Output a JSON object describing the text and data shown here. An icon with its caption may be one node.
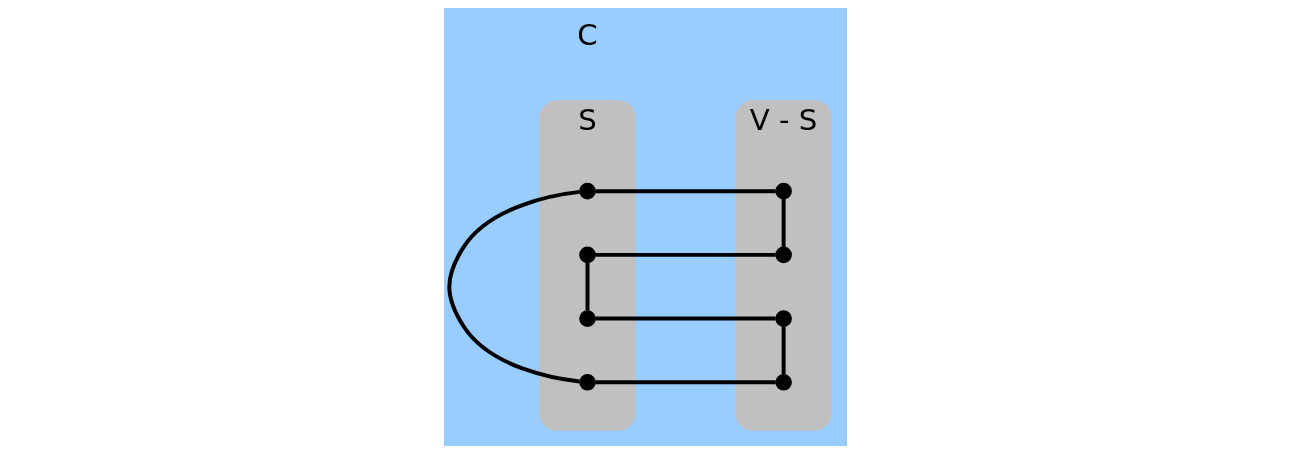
{
  "diagram": {
    "nodes": [
      {
        "text": [
          "S"
        ]
      },
      {
        "text": [],
        "shape": "circle",
        "in": 0
      },
      {
        "text": [],
        "shape": "circle",
        "in": 0
      },
      {
        "text": [],
        "shape": "circle",
        "in": 0
      },
      {
        "text": [],
        "shape": "circle",
        "in": 0
      },
      {
        "text": [
          "V - S"
        ]
      },
      {
        "text": [],
        "shape": "circle",
        "in": 5
      },
      {
        "text": [],
        "shape": "circle",
        "in": 5
      },
      {
        "text": [],
        "shape": "circle",
        "in": 5
      },
      {
        "text": [],
        "shape": "circle",
        "in": 5
      }
    ],
    "edges": [
      {
        "from": 1,
        "to": 6,
        "arrow": "none"
      },
      {
        "from": 6,
        "to": 7,
        "arrow": "none"
      },
      {
        "from": 7,
        "to": 2,
        "arrow": "none"
      },
      {
        "from": 2,
        "to": 3,
        "arrow": "none"
      },
      {
        "from": 3,
        "to": 8,
        "arrow": "none"
      },
      {
        "from": 8,
        "to": 9,
        "arrow": "none"
      },
      {
        "from": 9,
        "to": 4,
        "arrow": "none"
      },
      {
        "from": 4,
        "to": 1,
        "arrow": "none"
      }
    ],
    "labels": [
      "C"
    ]
  }
}
